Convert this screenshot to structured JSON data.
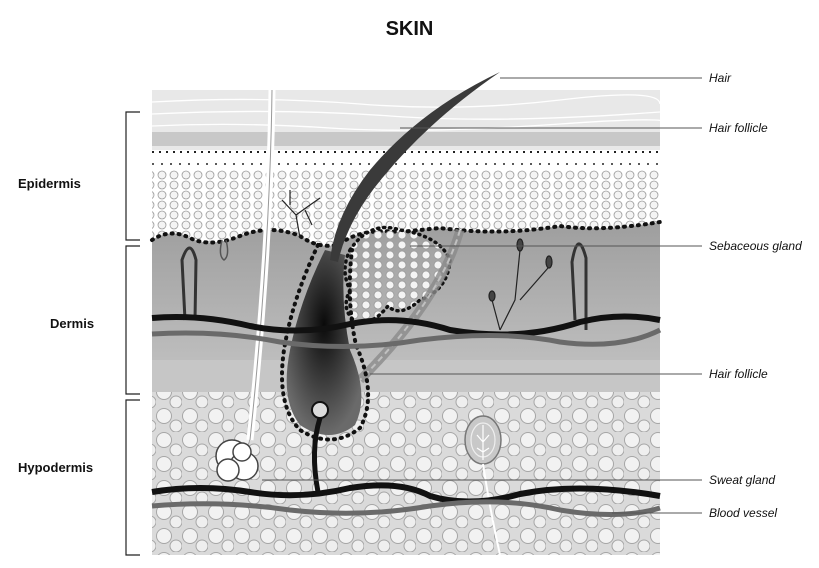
{
  "title": "SKIN",
  "layers": [
    {
      "id": "epidermis",
      "label": "Epidermis"
    },
    {
      "id": "dermis",
      "label": "Dermis"
    },
    {
      "id": "hypodermis",
      "label": "Hypodermis"
    }
  ],
  "callouts": [
    {
      "id": "hair",
      "label": "Hair"
    },
    {
      "id": "hair-follicle-upper",
      "label": "Hair follicle"
    },
    {
      "id": "sebaceous-gland",
      "label": "Sebaceous gland"
    },
    {
      "id": "hair-follicle-lower",
      "label": "Hair follicle"
    },
    {
      "id": "sweat-gland",
      "label": "Sweat gland"
    },
    {
      "id": "blood-vessel",
      "label": "Blood vessel"
    }
  ],
  "colors": {
    "surface": "#e6e6e6",
    "epidermis": "#d9d9d9",
    "dermis": "#b5b5b5",
    "hypodermis": "#d6d6d6",
    "vessel": "#111111",
    "follicle": "#2a2a2a"
  }
}
